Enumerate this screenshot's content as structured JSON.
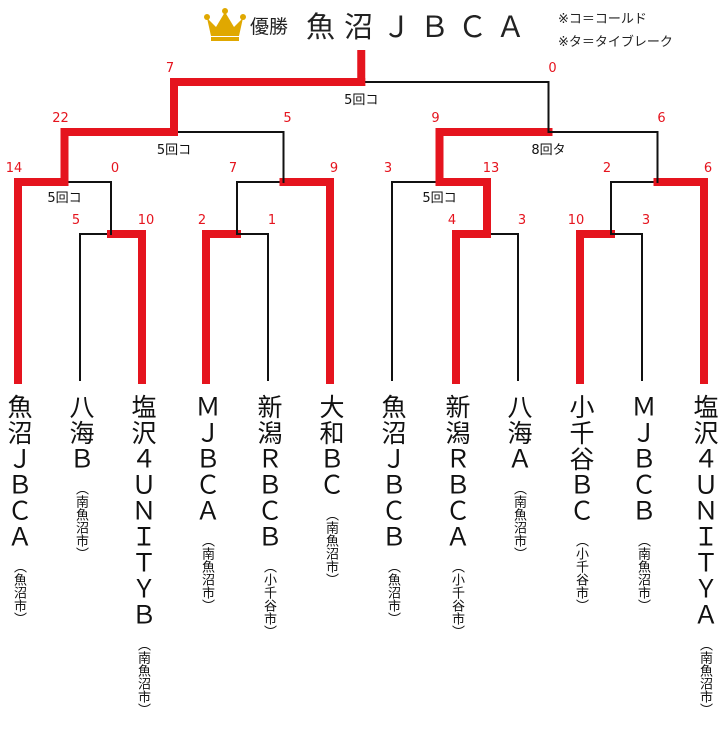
{
  "header": {
    "winner_label": "優勝",
    "champion": "魚沼ＪＢＣＡ",
    "note_cold": "※コ＝コールド",
    "note_tiebreak": "※タ＝タイブレーク",
    "crown_icon": "crown-icon",
    "crown_color": "#e0a800"
  },
  "colors": {
    "win": "#e5141e",
    "line": "#111111",
    "score": "#e5141e",
    "note": "#111111"
  },
  "teams": [
    {
      "name": "魚沼ＪＢＣＡ",
      "city": "（魚沼市）"
    },
    {
      "name": "八海Ｂ",
      "city": "（南魚沼市）"
    },
    {
      "name": "塩沢４ＵＮＩＴＹＢ",
      "city": "（南魚沼市）"
    },
    {
      "name": "ＭＪＢＣＡ",
      "city": "（南魚沼市）"
    },
    {
      "name": "新潟ＲＢＣＢ",
      "city": "（小千谷市）"
    },
    {
      "name": "大和ＢＣ",
      "city": "（南魚沼市）"
    },
    {
      "name": "魚沼ＪＢＣＢ",
      "city": "（魚沼市）"
    },
    {
      "name": "新潟ＲＢＣＡ",
      "city": "（小千谷市）"
    },
    {
      "name": "八海Ａ",
      "city": "（南魚沼市）"
    },
    {
      "name": "小千谷ＢＣ",
      "city": "（小千谷市）"
    },
    {
      "name": "ＭＪＢＣＢ",
      "city": "（南魚沼市）"
    },
    {
      "name": "塩沢４ＵＮＩＴＹＡ",
      "city": "（南魚沼市）"
    }
  ],
  "matches": {
    "r1_1": {
      "left_score": "5",
      "right_score": "10",
      "winner": "right",
      "note": ""
    },
    "r1_2": {
      "left_score": "2",
      "right_score": "1",
      "winner": "left",
      "note": ""
    },
    "r1_3": {
      "left_score": "4",
      "right_score": "3",
      "winner": "left",
      "note": ""
    },
    "r1_4": {
      "left_score": "10",
      "right_score": "3",
      "winner": "left",
      "note": ""
    },
    "qf_1": {
      "left_score": "14",
      "right_score": "0",
      "winner": "left",
      "note": "5回コ"
    },
    "qf_2": {
      "left_score": "7",
      "right_score": "9",
      "winner": "right",
      "note": ""
    },
    "qf_3": {
      "left_score": "3",
      "right_score": "13",
      "winner": "right",
      "note": "5回コ"
    },
    "qf_4": {
      "left_score": "2",
      "right_score": "6",
      "winner": "right",
      "note": ""
    },
    "sf_1": {
      "left_score": "22",
      "right_score": "5",
      "winner": "left",
      "note": "5回コ"
    },
    "sf_2": {
      "left_score": "9",
      "right_score": "6",
      "winner": "left",
      "note": "8回タ"
    },
    "final": {
      "left_score": "7",
      "right_score": "0",
      "winner": "left",
      "note": "5回コ"
    }
  }
}
